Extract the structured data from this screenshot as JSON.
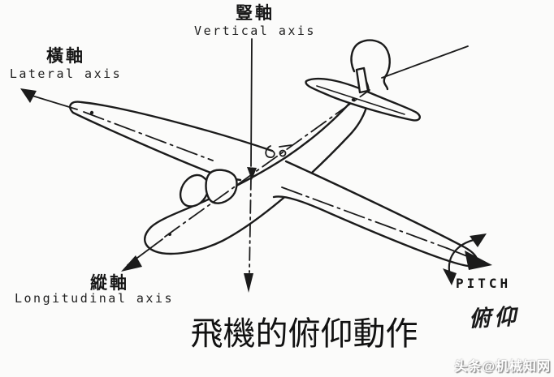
{
  "canvas": {
    "background_color": "#fbfbfa",
    "ink_color": "#1b1b1b",
    "watermark_color": "#ffffff"
  },
  "labels": {
    "vertical_axis": {
      "cjk": "豎軸",
      "en": "Vertical axis"
    },
    "lateral_axis": {
      "cjk": "橫軸",
      "en": "Lateral axis"
    },
    "longitudinal_axis": {
      "cjk": "縱軸",
      "en": "Longitudinal axis"
    },
    "pitch": {
      "en": "PITCH",
      "cjk": "俯仰"
    }
  },
  "caption": "飛機的俯仰動作",
  "watermark": "头条@机械知网",
  "icons": {
    "airplane": "single-engine airplane line sketch",
    "axes": "three aircraft rotation axes with arrows",
    "pitch_arrow": "curved double-headed rotation arrow at right wingtip"
  }
}
